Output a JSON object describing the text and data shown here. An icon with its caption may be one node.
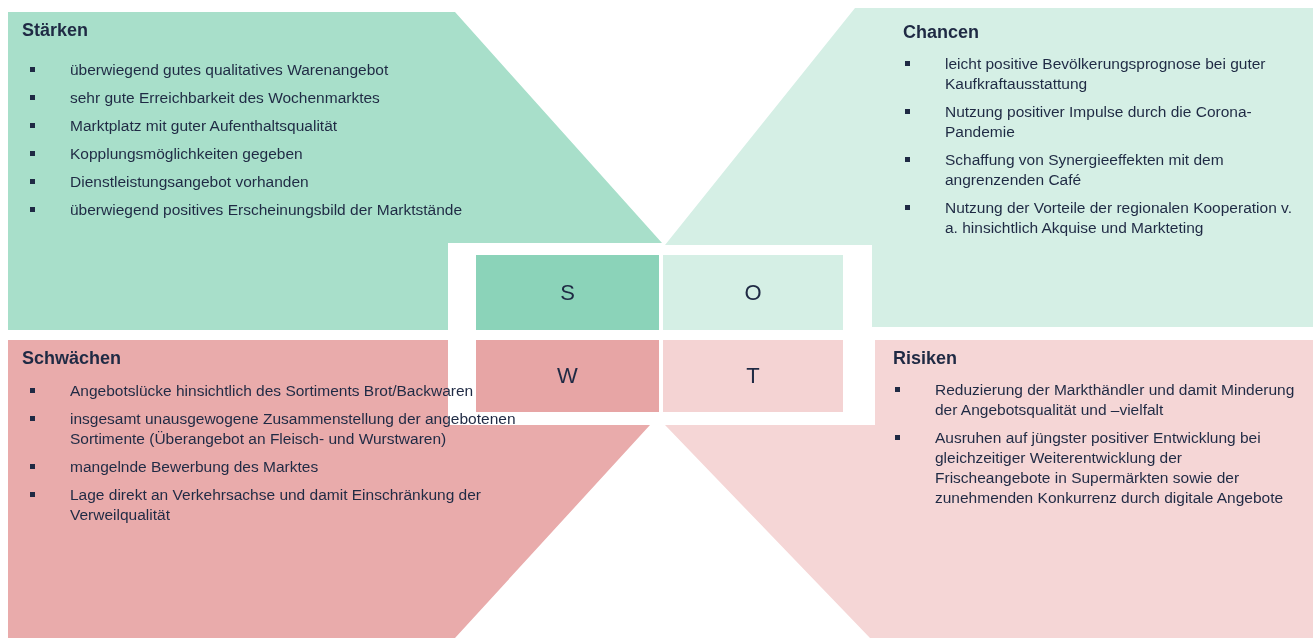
{
  "diagram": {
    "nodes": [
      {
        "text": [
          "Stärken",
          "überwiegend gutes qualitatives Warenangebot",
          "sehr gute Erreichbarkeit des Wochenmarktes",
          "Marktplatz mit guter Aufenthaltsqualität",
          "Kopplungsmöglichkeiten gegeben",
          "Dienstleistungsangebot vorhanden",
          "überwiegend positives Erscheinungsbild der Marktstände"
        ]
      },
      {
        "text": [
          "Chancen",
          "leicht positive Bevölkerungsprognose bei guter Kaufkraftausstattung",
          "Nutzung positiver Impulse durch die Corona-Pandemie",
          "Schaffung von Synergieeffekten mit dem angrenzenden Café",
          "Nutzung der Vorteile der regionalen Kooperation v. a. hinsichtlich Akquise und Markteting"
        ]
      },
      {
        "text": [
          "S"
        ]
      },
      {
        "text": [
          "O"
        ]
      },
      {
        "text": [
          "Schwächen",
          "Angebotslücke hinsichtlich des Sortiments Brot/Backwaren",
          "insgesamt unausgewogene Zusammenstellung der angebotenen Sortimente (Überangebot an Fleisch- und Wurstwaren)",
          "mangelnde Bewerbung des Marktes",
          "Lage direkt an Verkehrsachse und damit Einschränkung der Verweilqualität"
        ]
      },
      {
        "text": [
          "W"
        ]
      },
      {
        "text": [
          "T"
        ]
      },
      {
        "text": [
          "Risiken",
          "Reduzierung der Markthändler und damit Minderung der Angebotsqualität und –vielfalt",
          "Ausruhen auf jüngster positiver Entwicklung bei gleichzeitiger Weiterentwicklung der Frischeangebote in Supermärkten sowie der zunehmenden Konkurrenz durch digitale Angebote"
        ]
      }
    ],
    "edges": []
  }
}
